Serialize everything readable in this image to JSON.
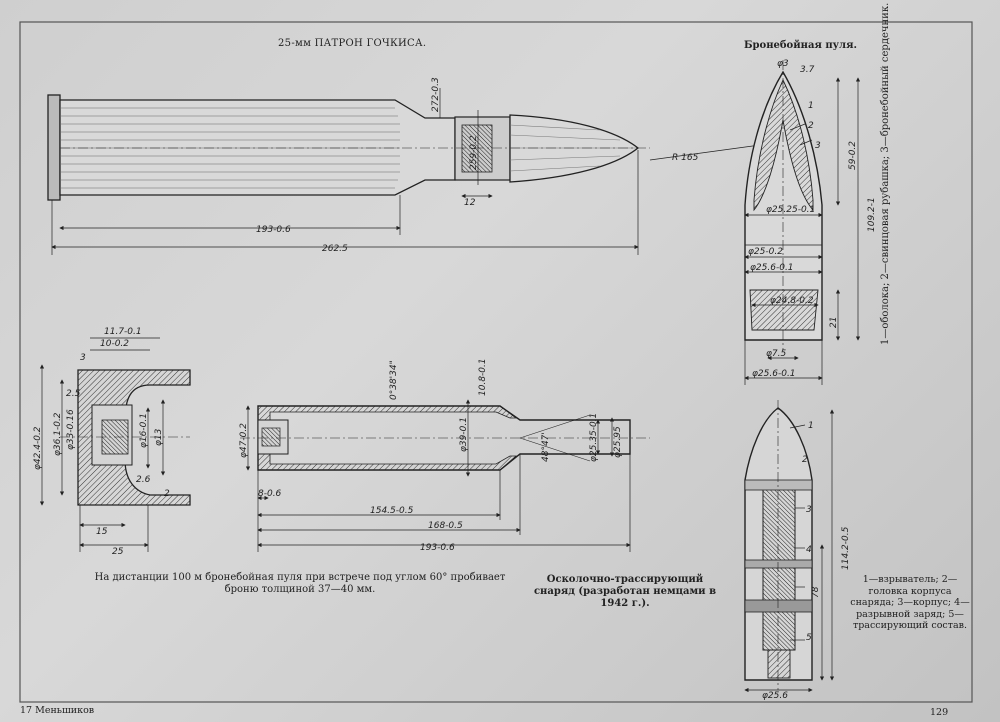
{
  "page": {
    "cartridge_title": "25-мм ПАТРОН ГОЧКИСА.",
    "ap_title": "Бронебойная пуля.",
    "ap_legend": "1—оболока; 2—свинцовая рубашка; 3—бронебойный сердечник.",
    "penetration_note": "На дистанции 100 м бронебойная пуля при встрече под углом 60° пробивает броню толщиной 37—40 мм.",
    "he_tracer_title": "Осколочно-трассирующий снаряд (разработан немцами в 1942 г.).",
    "he_legend": "1—взрыватель; 2—головка корпуса снаряда; 3—корпус; 4—разрывной заряд; 5—трассирующий состав.",
    "footer_left": "17 Меньшиков",
    "page_number": "129"
  },
  "dimensions": {
    "top": [
      "272-0.3",
      "259-0.2",
      "R 165",
      "12",
      "193-0.6",
      "262.5"
    ],
    "base": [
      "11.7-0.1",
      "10-0.2",
      "3",
      "2.5",
      "φ42.4-0.2",
      "φ36.1-0.2",
      "φ33-0.16",
      "φ16-0.1",
      "φ13",
      "2.6",
      "2",
      "15",
      "25"
    ],
    "case": [
      "0°38'34\"",
      "10.8-0.1",
      "φ47-0.2",
      "φ39-0.1",
      "48°47'",
      "φ25.35-0.1",
      "φ25.95",
      "8-0.6",
      "154.5-0.5",
      "168-0.5",
      "193-0.6"
    ],
    "ap_bullet": [
      "φ3",
      "3.7",
      "59-0.2",
      "109.2-1",
      "φ25.25-0.1",
      "φ25-0.2",
      "φ25.6-0.1",
      "φ24.8-0.2",
      "21",
      "φ7.5",
      "φ25.6-0.1",
      "1",
      "2",
      "3"
    ],
    "he_shell": [
      "1",
      "2",
      "3",
      "4",
      "5",
      "114.2-0.5",
      "78",
      "φ25.6"
    ]
  }
}
